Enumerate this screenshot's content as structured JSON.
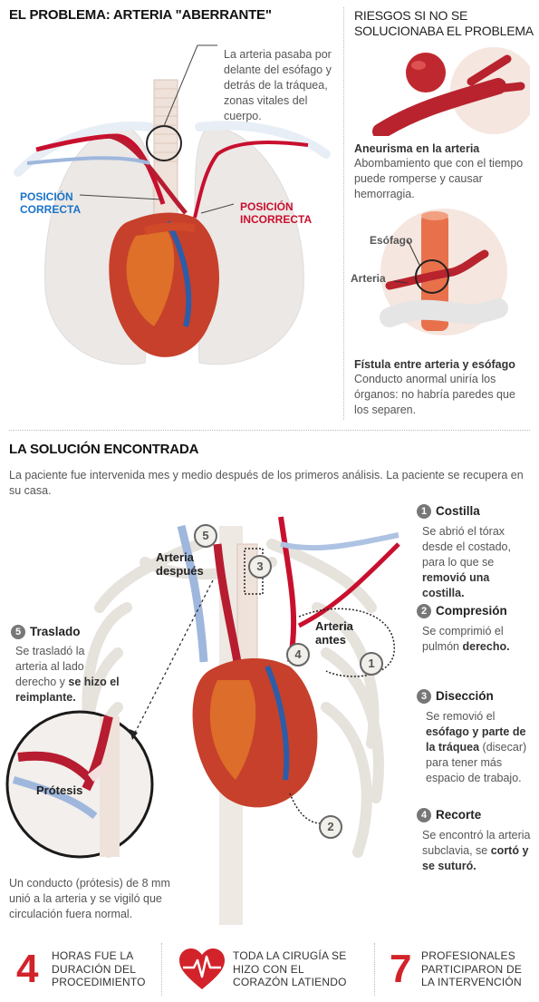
{
  "top": {
    "title": "EL PROBLEMA: ARTERIA \"ABERRANTE\"",
    "note": "La arteria pasaba por delante del esófago y detrás de la tráquea, zonas vitales del cuerpo.",
    "label_correct": "POSICIÓN CORRECTA",
    "label_incorrect": "POSICIÓN INCORRECTA"
  },
  "risks": {
    "title": "RIESGOS SI NO SE SOLUCIONABA EL PROBLEMA",
    "aneurysm_title": "Aneurisma en la arteria",
    "aneurysm_text": "Abombamiento que con el tiempo puede romperse y causar hemorragia.",
    "label_esofago": "Esófago",
    "label_arteria": "Arteria",
    "fistula_title": "Fístula entre arteria y esófago",
    "fistula_text": "Conducto anormal uniría los órganos: no habría paredes que los separen."
  },
  "solution": {
    "title": "LA SOLUCIÓN ENCONTRADA",
    "intro": "La paciente fue intervenida mes y medio después de los primeros análisis. La paciente se recupera en su casa.",
    "label_after": "Arteria después",
    "label_before": "Arteria antes",
    "label_protesis": "Prótesis",
    "traslado_title": "Traslado",
    "traslado_text_a": "Se trasladó la arteria al lado derecho y ",
    "traslado_text_b": "se hizo el reimplante.",
    "protesis_note": "Un conducto (prótesis) de 8 mm unió a la arteria y se vigiló que circulación fuera normal.",
    "steps": [
      {
        "num": "1",
        "title": "Costilla",
        "text_a": "Se abrió el tórax desde el costado, para lo que se ",
        "text_b": "removió una costilla.",
        "text_c": ""
      },
      {
        "num": "2",
        "title": "Compresión",
        "text_a": "Se comprimió el pulmón ",
        "text_b": "derecho.",
        "text_c": ""
      },
      {
        "num": "3",
        "title": "Disección",
        "text_a": "Se removió el ",
        "text_b": "esófago y parte de la tráquea",
        "text_c": " (disecar) para tener más espacio de trabajo."
      },
      {
        "num": "4",
        "title": "Recorte",
        "text_a": "Se encontró la arteria subclavia, se ",
        "text_b": "cortó y se suturó.",
        "text_c": ""
      }
    ],
    "traslado_num": "5",
    "marker_nums": [
      "5",
      "3",
      "4",
      "1",
      "2"
    ]
  },
  "stats": [
    {
      "big": "4",
      "text": "HORAS FUE LA DURACIÓN DEL PROCEDIMIENTO"
    },
    {
      "big": "",
      "icon": "heart-beat-icon",
      "text": "TODA LA CIRUGÍA SE HIZO CON EL CORAZÓN LATIENDO"
    },
    {
      "big": "7",
      "text": "PROFESIONALES PARTICIPARON DE LA INTERVENCIÓN"
    }
  ],
  "colors": {
    "accent_red": "#d2232a",
    "accent_blue": "#1a73c8"
  }
}
